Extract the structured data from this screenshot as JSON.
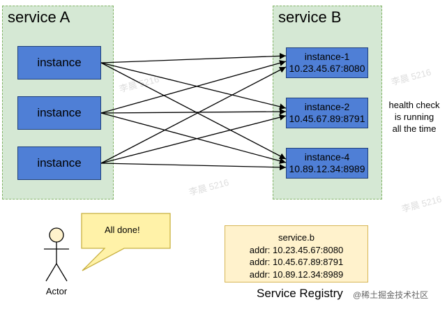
{
  "service_a": {
    "title": "service A",
    "instances": [
      "instance",
      "instance",
      "instance"
    ]
  },
  "service_b": {
    "title": "service B",
    "instances": [
      {
        "name": "instance-1",
        "addr": "10.23.45.67:8080"
      },
      {
        "name": "instance-2",
        "addr": "10.45.67.89:8791"
      },
      {
        "name": "instance-4",
        "addr": "10.89.12.34:8989"
      }
    ]
  },
  "health_check": [
    "health check",
    "is running",
    "all the time"
  ],
  "callout": {
    "text": "All done!"
  },
  "actor": {
    "label": "Actor"
  },
  "registry": {
    "service": "service.b",
    "addrs": [
      "addr: 10.23.45.67:8080",
      "addr: 10.45.67.89:8791",
      "addr: 10.89.12.34:8989"
    ],
    "title": "Service Registry"
  },
  "watermark": {
    "site": "@稀土掘金技术社区",
    "marks": [
      "李晨 5216",
      "李晨 5216",
      "李晨 5216",
      "李晨 5216"
    ]
  },
  "colors": {
    "service_fill": "#d5e8d4",
    "service_border": "#82b366",
    "instance_fill": "#4f7fd6",
    "registry_fill": "#fff2cc",
    "callout_fill": "#fff2a8"
  }
}
